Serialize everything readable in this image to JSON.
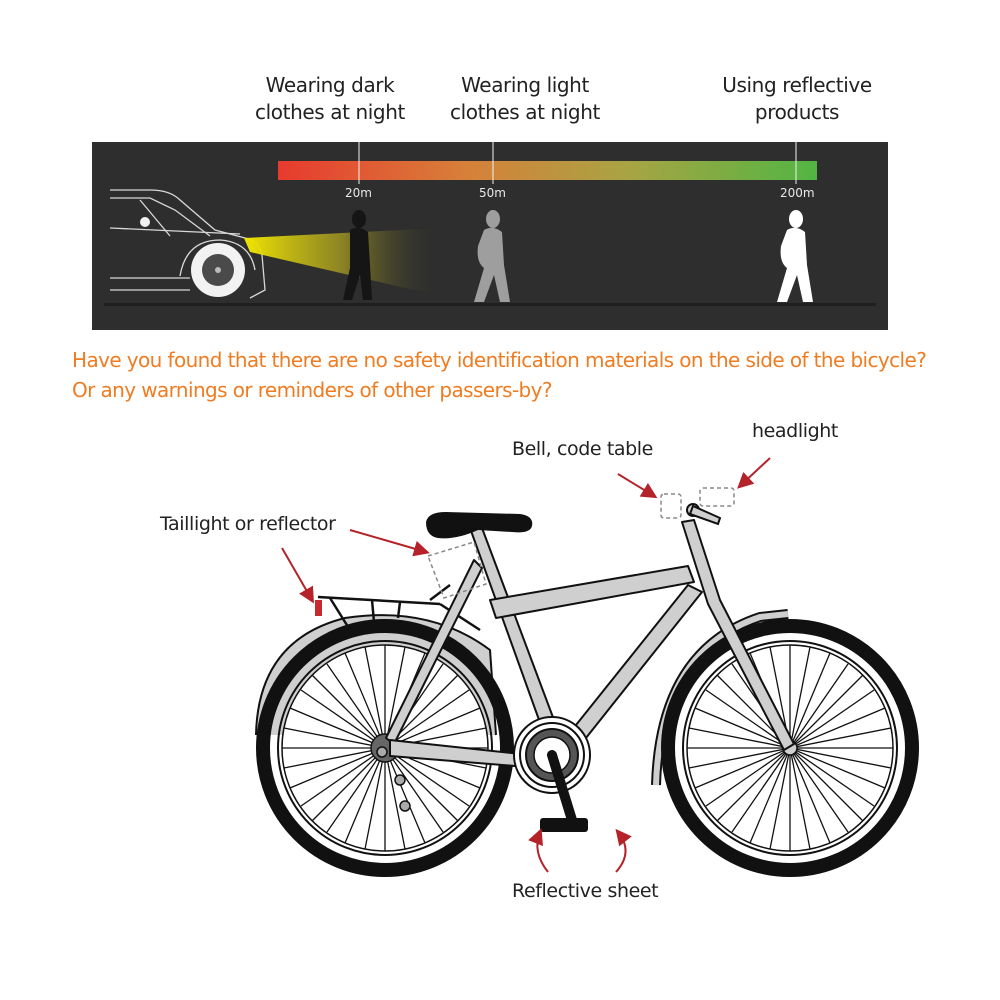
{
  "visibility_diagram": {
    "captions": [
      {
        "line1": "Wearing dark",
        "line2": "clothes at night"
      },
      {
        "line1": "Wearing light",
        "line2": "clothes at night"
      },
      {
        "line1": "Using reflective",
        "line2": "products"
      }
    ],
    "distance_scale": {
      "gradient_colors": [
        "#e83a2e",
        "#d7803a",
        "#a8a443",
        "#52b543"
      ],
      "markers": [
        {
          "label": "20m",
          "scenario": "Wearing dark clothes at night"
        },
        {
          "label": "50m",
          "scenario": "Wearing light clothes at night"
        },
        {
          "label": "200m",
          "scenario": "Using reflective products"
        }
      ]
    },
    "panel_background": "#2e2e2e",
    "headlight_color": "#f2e600"
  },
  "question": {
    "line1": "Have you found that there are no safety identification materials on the side of the bicycle?",
    "line2": "Or any warnings or reminders of other passers-by?",
    "color": "#f07c22"
  },
  "bicycle_diagram": {
    "labels": {
      "headlight": "headlight",
      "bell": "Bell, code table",
      "taillight": "Taillight or reflector",
      "reflective_sheet": "Reflective sheet"
    },
    "arrow_color": "#b5222a",
    "frame_color": "#cfcfcf"
  }
}
